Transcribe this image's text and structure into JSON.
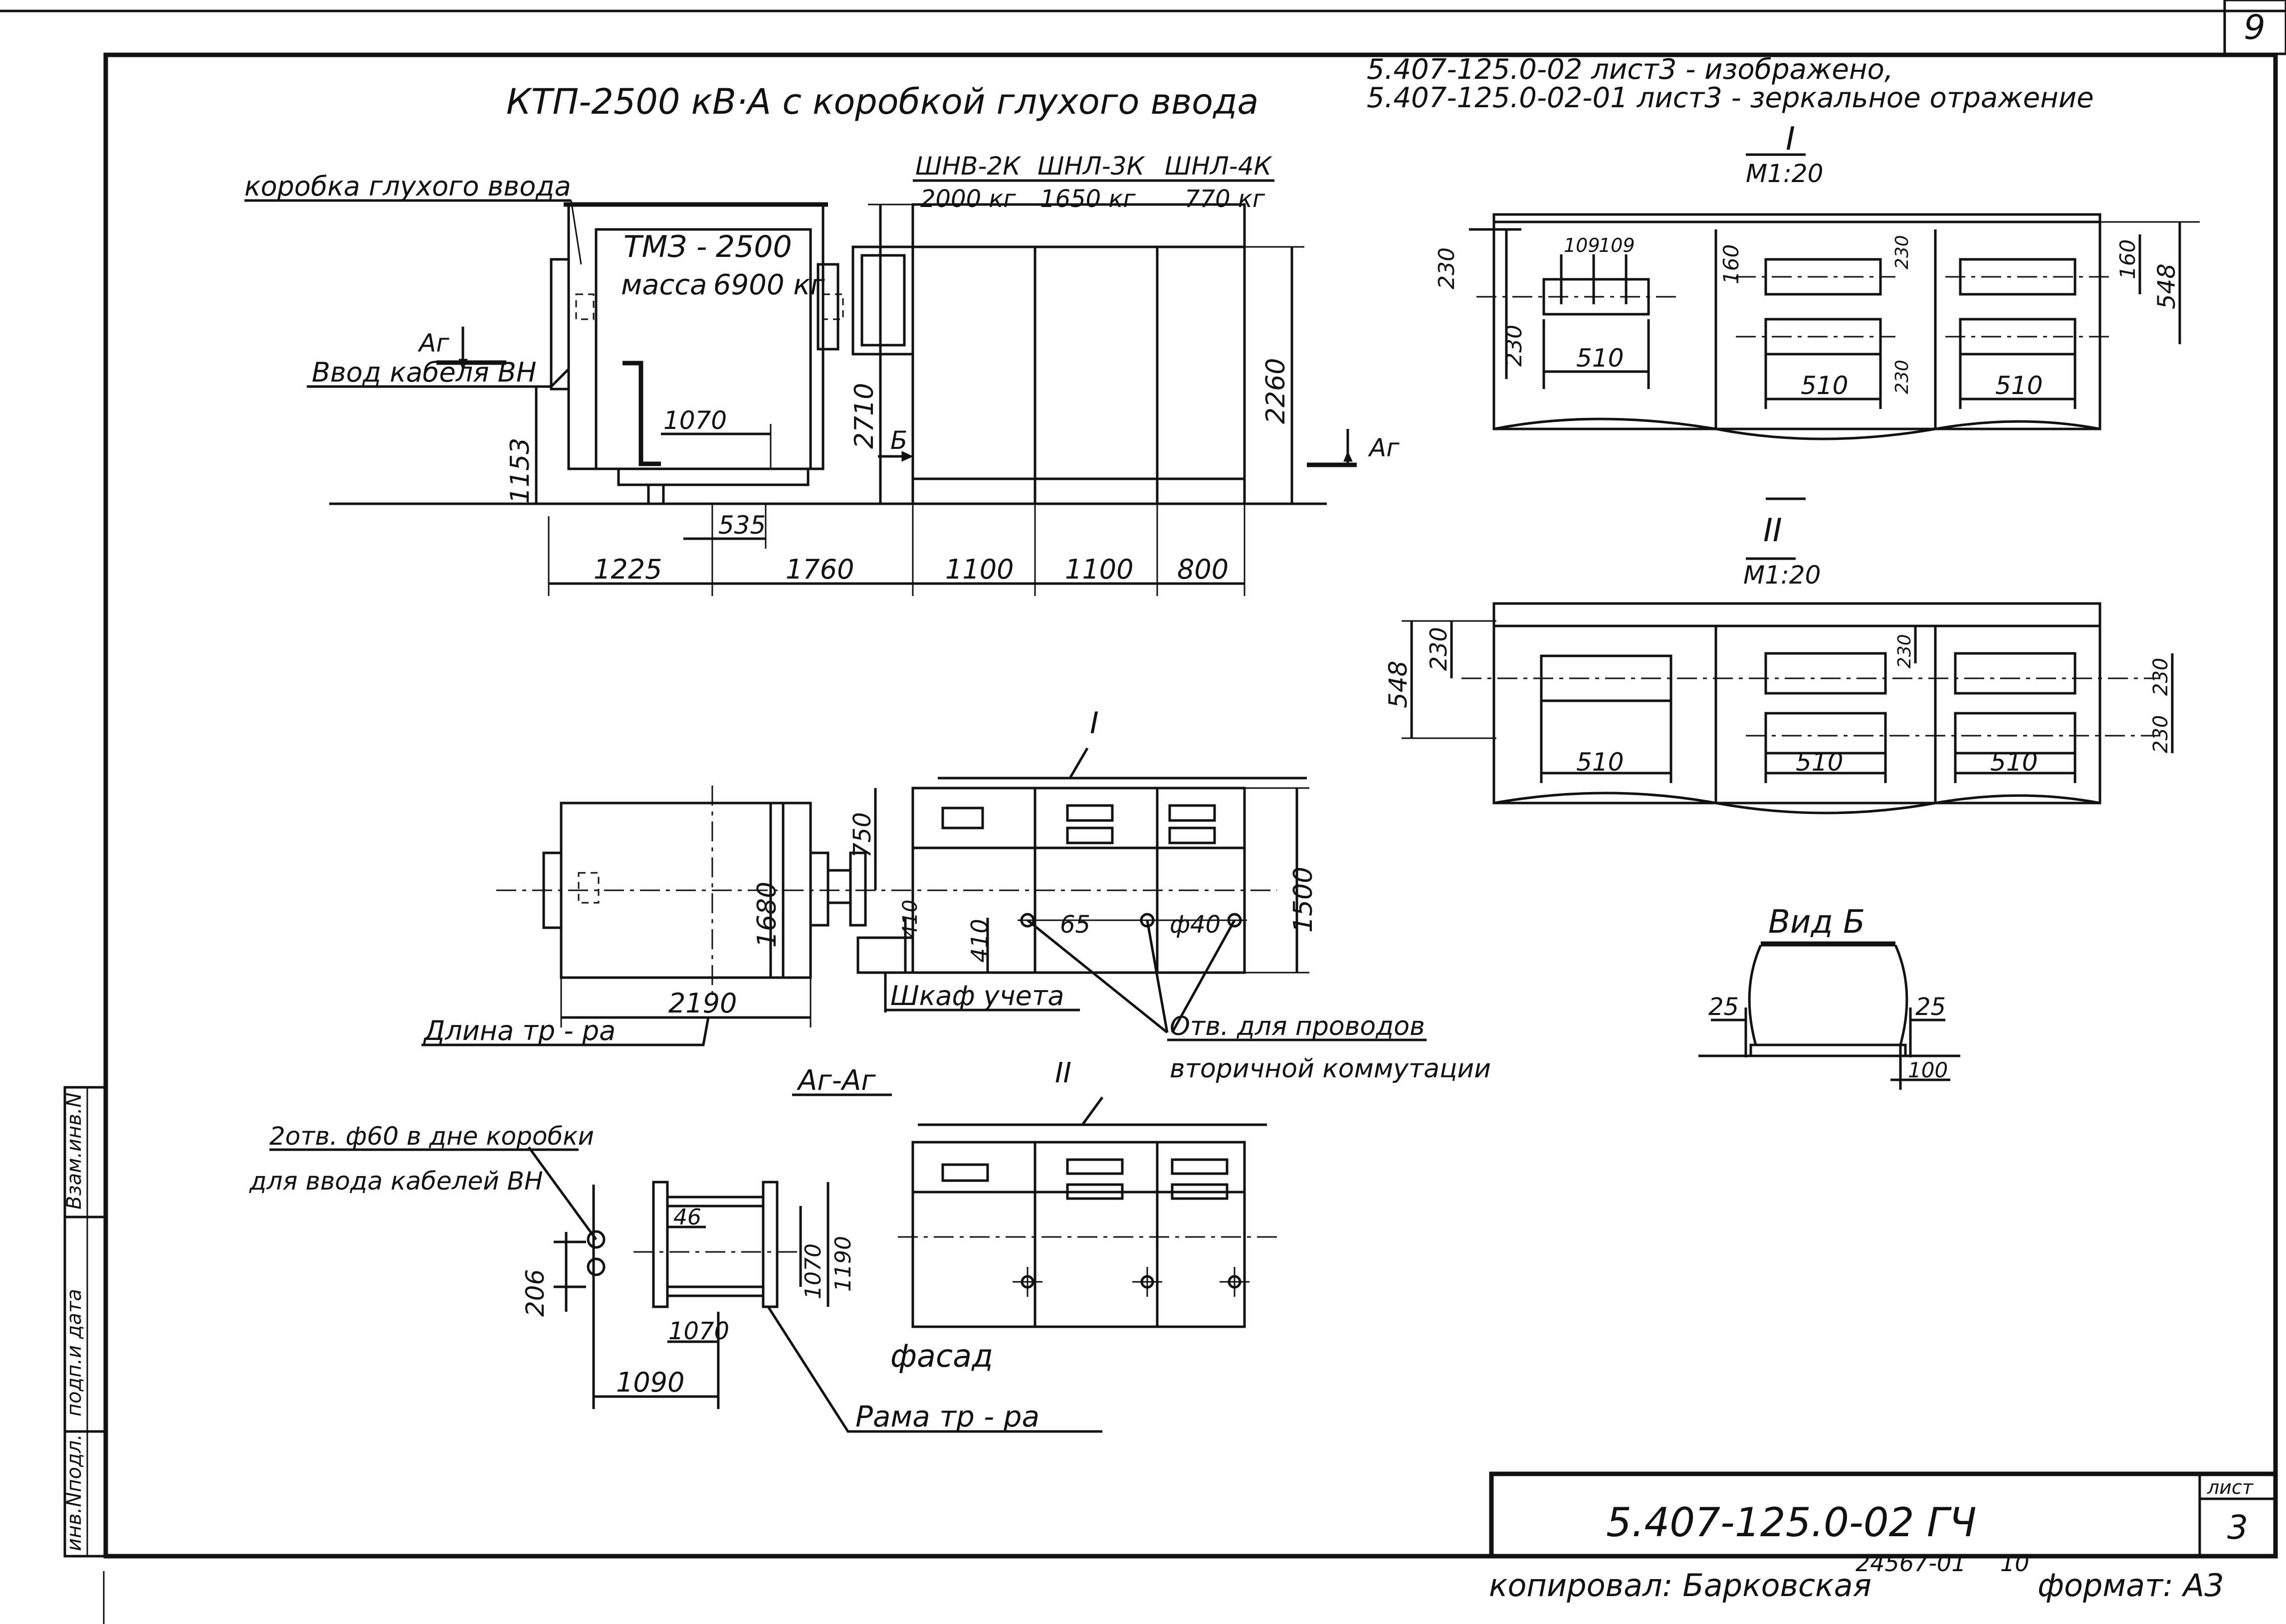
{
  "title": "КТП-2500 кВ·А с коробкой глухого ввода",
  "note": {
    "line1": "5.407-125.0-02 лист3 - изображено,",
    "line2": "5.407-125.0-02-01 лист3 - зеркальное отражение"
  },
  "labels": {
    "box": "коробка глухого ввода",
    "cable_entry": "Ввод кабеля ВН",
    "section_mark": "Аг",
    "view_mark_b": "Б",
    "transformer_name": "ТМЗ -",
    "transformer_power": "2500",
    "transformer_mass_label": "масса",
    "transformer_mass_value": "6900 кг",
    "cab1_name": "ШНВ-2К",
    "cab1_mass": "2000 кг",
    "cab2_name": "ШНЛ-3К",
    "cab2_mass": "1650 кг",
    "cab3_name": "ШНЛ-4К",
    "cab3_mass": "770 кг",
    "metering_cab": "Шкаф учета",
    "transformer_length": "Длина тр - ра",
    "holes": "Отв. для проводов",
    "holes2": "вторичной коммутации",
    "section_aa": "Аг-Аг",
    "holes60": "2отв. ф60 в дне коробки",
    "holes60b": "для ввода кабелей ВН",
    "facade": "фасад",
    "frame": "Рама тр - ра",
    "view_b": "Вид Б",
    "view_I": "I",
    "view_II": "II",
    "scale": "М1:20"
  },
  "dims": {
    "d1153": "1153",
    "d1070": "1070",
    "d535": "535",
    "d2710": "2710",
    "d2260": "2260",
    "d1225": "1225",
    "d1760": "1760",
    "d1100a": "1100",
    "d1100b": "1100",
    "d800": "800",
    "d750": "750",
    "d1680": "1680",
    "d410a": "410",
    "d410b": "410",
    "d65": "65",
    "d40": "ф40",
    "d1500": "1500",
    "d2190": "2190",
    "d46": "46",
    "d1070b": "1070",
    "d1190": "1190",
    "d1070c": "1070",
    "d1090": "1090",
    "d206": "206",
    "d230": "230",
    "d160": "160",
    "d548": "548",
    "d109": "109",
    "d510": "510",
    "d25": "25",
    "d100": "100"
  },
  "side_stamp": {
    "f1": "Взам.инв.N",
    "f2": "подп.и дата",
    "f3": "инв.Nподл."
  },
  "title_block": {
    "code": "5.407-125.0-02 ГЧ",
    "sheet_label": "лист",
    "sheet_no": "3"
  },
  "footer": {
    "copied": "копировал: Барковская",
    "inventory": "24567-01",
    "number": "10",
    "format": "формат: А3"
  },
  "page_number": "9"
}
